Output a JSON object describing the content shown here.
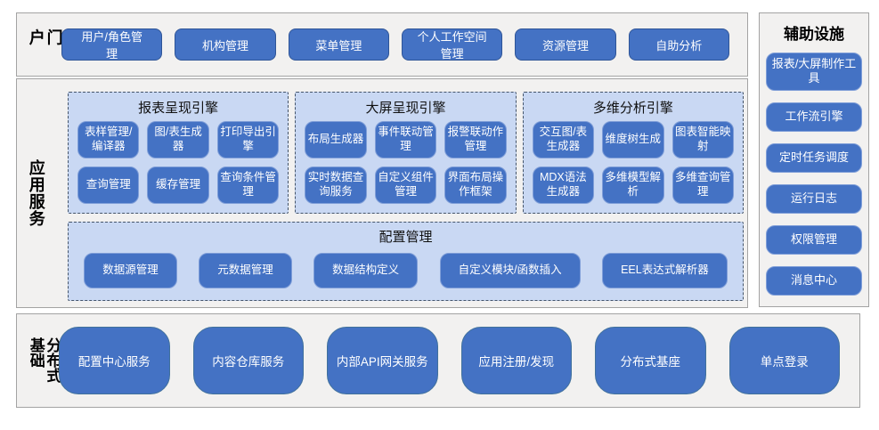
{
  "sections": {
    "portal": {
      "label": "门户",
      "items": [
        "用户/角色管理",
        "机构管理",
        "菜单管理",
        "个人工作空间管理",
        "资源管理",
        "自助分析"
      ]
    },
    "app_services": {
      "label": "应用服务",
      "engines": [
        {
          "title": "报表呈现引擎",
          "items": [
            "表样管理/编译器",
            "图/表生成器",
            "打印导出引擎",
            "查询管理",
            "缓存管理",
            "查询条件管理"
          ]
        },
        {
          "title": "大屏呈现引擎",
          "items": [
            "布局生成器",
            "事件联动管理",
            "报警联动作管理",
            "实时数据查询服务",
            "自定义组件管理",
            "界面布局操作框架"
          ]
        },
        {
          "title": "多维分析引擎",
          "items": [
            "交互图/表生成器",
            "维度树生成",
            "图表智能映射",
            "MDX语法生成器",
            "多维模型解析",
            "多维查询管理"
          ]
        }
      ],
      "config": {
        "title": "配置管理",
        "items": [
          "数据源管理",
          "元数据管理",
          "数据结构定义",
          "自定义模块/函数插入",
          "EEL表达式解析器"
        ]
      }
    },
    "distributed": {
      "label": "分布式基础",
      "items": [
        "配置中心服务",
        "内容仓库服务",
        "内部API网关服务",
        "应用注册/发现",
        "分布式基座",
        "单点登录"
      ]
    },
    "auxiliary": {
      "title": "辅助设施",
      "items": [
        "报表/大屏制作工具",
        "工作流引擎",
        "定时任务调度",
        "运行日志",
        "权限管理",
        "消息中心"
      ]
    }
  },
  "colors": {
    "node_blue": "#4472C4",
    "node_border_dark": "#2F5597",
    "node_border_light": "#7F9ED8",
    "panel_light_blue": "#C9D8F3",
    "panel_dashed_border": "#44546A",
    "section_fill": "#F2F1F0",
    "section_border": "#A3A3A3"
  }
}
